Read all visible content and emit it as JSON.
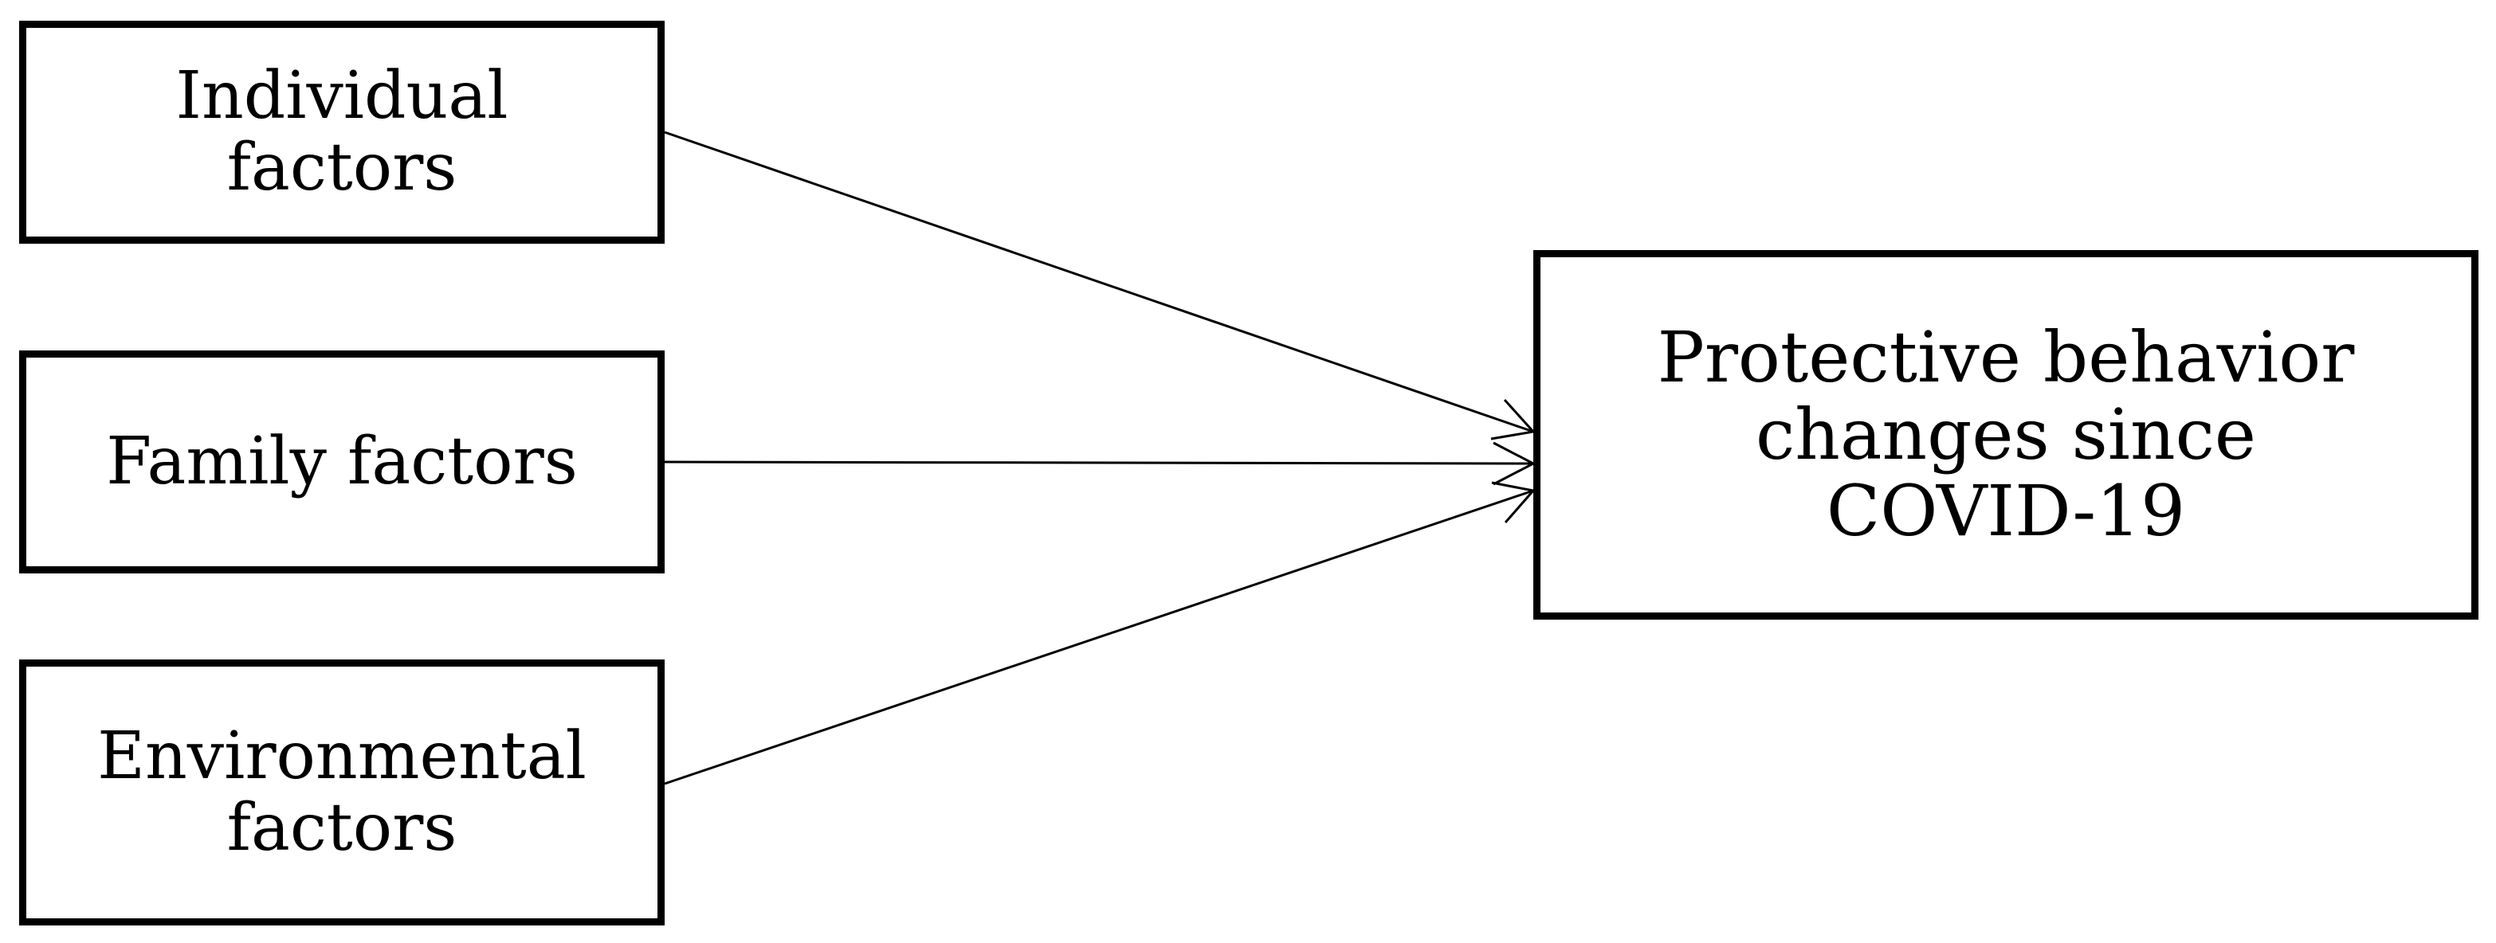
{
  "diagram": {
    "factors": [
      {
        "id": "individual",
        "label": "Individual\nfactors"
      },
      {
        "id": "family",
        "label": "Family factors"
      },
      {
        "id": "environmental",
        "label": "Environmental\nfactors"
      }
    ],
    "outcome": {
      "id": "protective-behavior",
      "label": "Protective behavior\nchanges since\nCOVID-19"
    },
    "edges": [
      {
        "from": "individual",
        "to": "protective-behavior"
      },
      {
        "from": "family",
        "to": "protective-behavior"
      },
      {
        "from": "environmental",
        "to": "protective-behavior"
      }
    ],
    "colors": {
      "line": "#000000",
      "background": "#ffffff"
    }
  }
}
